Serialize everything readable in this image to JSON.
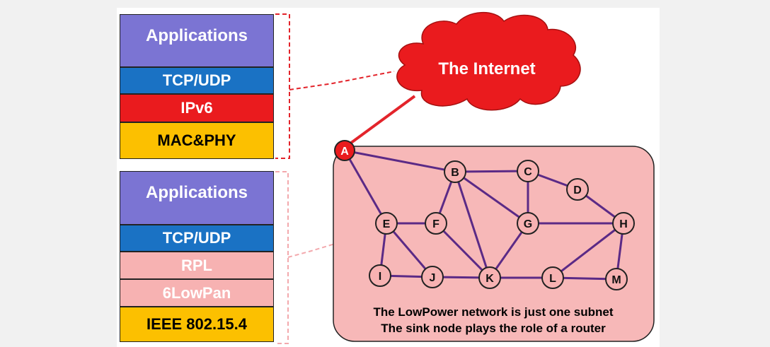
{
  "stacks": {
    "internet_stack": [
      {
        "label": "Applications",
        "color": "#7b74d3"
      },
      {
        "label": "TCP/UDP",
        "color": "#1a72c4"
      },
      {
        "label": "IPv6",
        "color": "#ea1b1e"
      },
      {
        "label": "MAC&PHY",
        "color": "#fcc000"
      }
    ],
    "lowpower_stack": [
      {
        "label": "Applications",
        "color": "#7b74d3"
      },
      {
        "label": "TCP/UDP",
        "color": "#1a72c4"
      },
      {
        "label": "RPL",
        "color": "#f7b2b2"
      },
      {
        "label": "6LowPan",
        "color": "#f7b2b2"
      },
      {
        "label": "IEEE 802.15.4",
        "color": "#fcc000"
      }
    ]
  },
  "cloud": {
    "label": "The Internet",
    "color": "#ea1b1e"
  },
  "network": {
    "background": "#f7b8b8",
    "sink_node": "A",
    "nodes": [
      "A",
      "B",
      "C",
      "D",
      "E",
      "F",
      "G",
      "H",
      "I",
      "J",
      "K",
      "L",
      "M"
    ],
    "edges": [
      [
        "A",
        "B"
      ],
      [
        "A",
        "E"
      ],
      [
        "B",
        "C"
      ],
      [
        "B",
        "F"
      ],
      [
        "B",
        "K"
      ],
      [
        "B",
        "G"
      ],
      [
        "C",
        "D"
      ],
      [
        "C",
        "G"
      ],
      [
        "D",
        "H"
      ],
      [
        "E",
        "F"
      ],
      [
        "E",
        "I"
      ],
      [
        "E",
        "J"
      ],
      [
        "F",
        "K"
      ],
      [
        "G",
        "H"
      ],
      [
        "G",
        "K"
      ],
      [
        "H",
        "L"
      ],
      [
        "H",
        "M"
      ],
      [
        "I",
        "J"
      ],
      [
        "J",
        "K"
      ],
      [
        "K",
        "L"
      ],
      [
        "L",
        "M"
      ]
    ],
    "caption_line1": "The LowPower network is just one subnet",
    "caption_line2": "The sink node plays the role of a router"
  },
  "colors": {
    "edge": "#5b2a86",
    "node_fill": "#f7b2b2",
    "sink_fill": "#ea1b1e",
    "connector_red": "#e3242b",
    "connector_pink": "#f3a9ad"
  }
}
